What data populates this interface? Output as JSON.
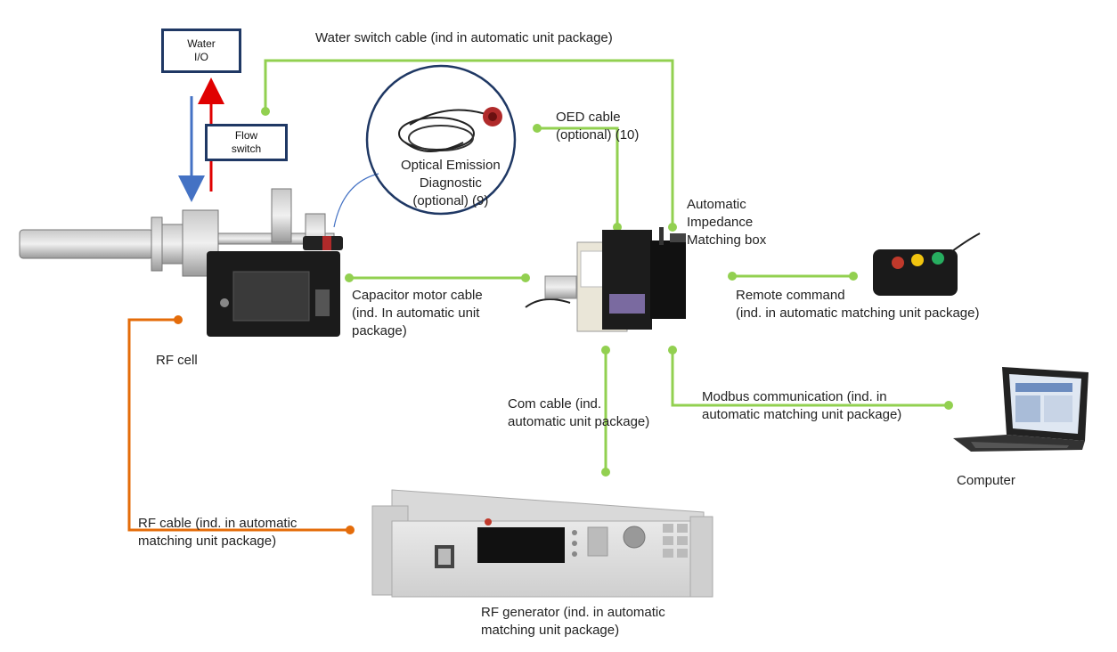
{
  "boxes": {
    "water_io": "Water\nI/O",
    "flow_switch": "Flow\nswitch"
  },
  "labels": {
    "water_switch_cable": "Water switch cable (ind in automatic unit package)",
    "oed_cable": "OED cable\n(optional) (10)",
    "optical_emission": "Optical Emission\nDiagnostic\n(optional) (9)",
    "automatic_matching_box": "Automatic\nImpedance\nMatching box",
    "capacitor_motor_cable": "Capacitor motor  cable\n(ind. In automatic unit\npackage)",
    "rf_cell": "RF cell",
    "remote_command": "Remote command\n(ind.  in  automatic matching unit package)",
    "com_cable": "Com cable (ind.\nautomatic unit package)",
    "modbus_communication": "Modbus communication (ind.  in\nautomatic matching unit package)",
    "computer": "Computer",
    "rf_cable": "RF cable (ind.  in  automatic\nmatching unit package)",
    "rf_generator": "RF  generator (ind.  in  automatic\nmatching unit package)"
  },
  "colors": {
    "cable_green": "#92d050",
    "rf_cable_orange": "#e46c0a",
    "water_in_blue": "#4472c4",
    "water_out_red": "#e00000",
    "box_border": "#1f3864",
    "callout_circle": "#1f3864"
  },
  "icons": [
    "rf-cell-image",
    "oed-sensor-image",
    "matching-box-image",
    "remote-command-image",
    "computer-image",
    "rf-generator-image"
  ]
}
